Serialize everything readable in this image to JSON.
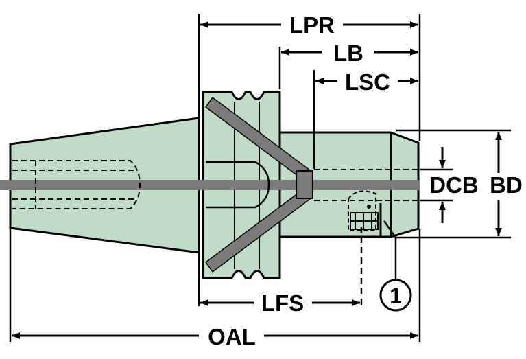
{
  "colors": {
    "body": "#bfdcc6",
    "coolant": "#7b7b7b",
    "line": "#000000",
    "background": "#ffffff"
  },
  "dimensions": {
    "lpr": "LPR",
    "lb": "LB",
    "lsc": "LSC",
    "dcb": "DCB",
    "bd": "BD",
    "lfs": "LFS",
    "oal": "OAL"
  },
  "callout": {
    "number": "1"
  }
}
